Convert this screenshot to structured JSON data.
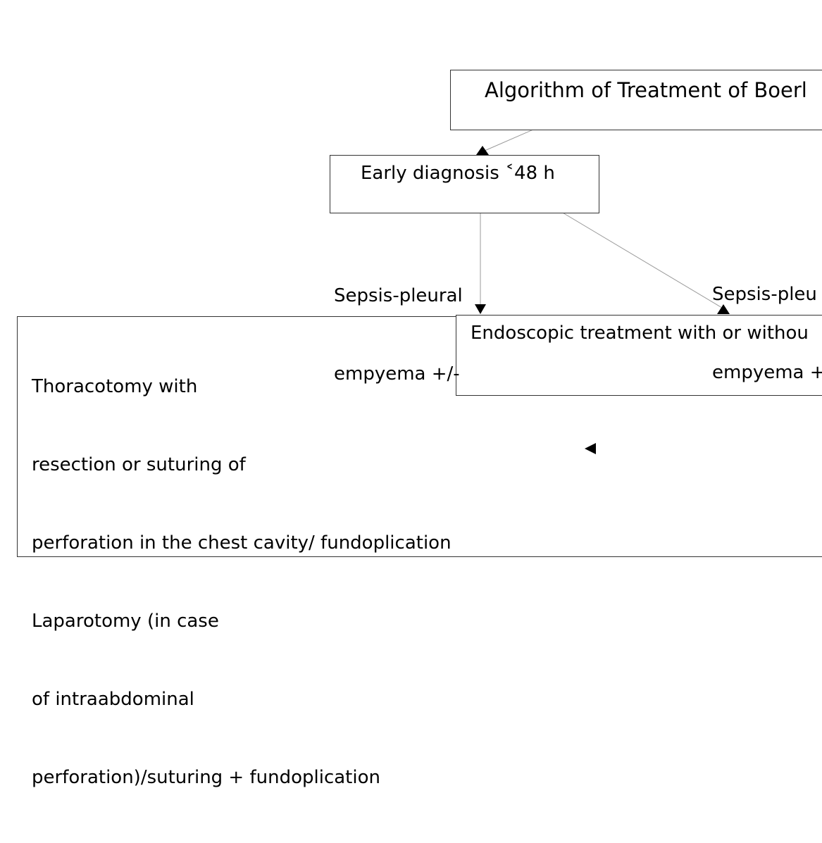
{
  "boxes": {
    "title": {
      "text": "Algorithm of Treatment of Boerl"
    },
    "early": {
      "text": "Early diagnosis ˂48 h"
    },
    "thoracotomy": {
      "lines": [
        "Thoracotomy with",
        "resection or suturing of",
        "perforation in the chest cavity/ fundoplication",
        "Laparotomy (in case",
        "of intraabdominal",
        "perforation)/suturing + fundoplication"
      ]
    },
    "endoscopic": {
      "text": "Endoscopic treatment with or withou"
    }
  },
  "edge_labels": {
    "left": {
      "lines": [
        "Sepsis-pleural",
        "empyema +/-"
      ]
    },
    "right": {
      "lines": [
        "Sepsis-pleu",
        "empyema +"
      ]
    }
  },
  "colors": {
    "border": "#333333",
    "connector": "#999999",
    "arrowhead": "#000000"
  }
}
